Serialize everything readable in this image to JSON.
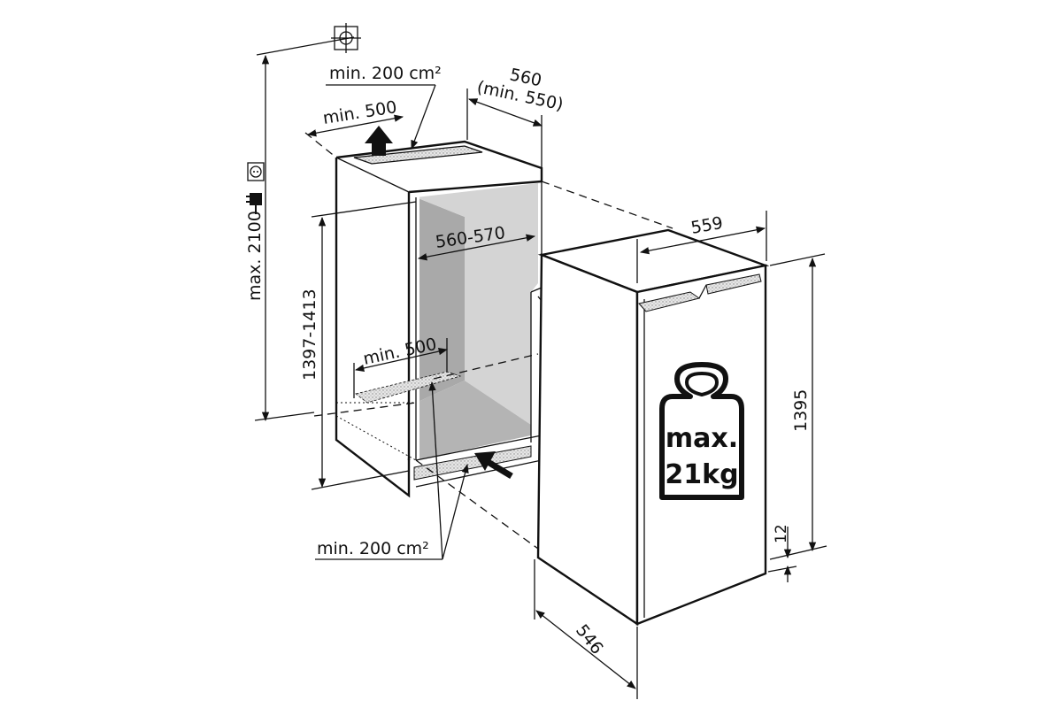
{
  "labels": {
    "top_vent_area": "min. 200 cm²",
    "top_depth": "min. 500",
    "niche_width_main": "560",
    "niche_width_min": "(min. 550)",
    "inner_width": "560-570",
    "max_height": "max. 2100",
    "niche_height": "1397-1413",
    "bottom_depth": "min. 500",
    "bottom_vent_area": "min. 200 cm²",
    "appliance_width": "559",
    "appliance_height": "1395",
    "gap": "12",
    "appliance_depth": "546",
    "weight_line1": "max.",
    "weight_line2": "21kg"
  },
  "icons": [
    "center-cross-icon",
    "socket-icon",
    "plug-icon",
    "vent-arrow-up-icon",
    "vent-arrow-in-icon",
    "weight-icon"
  ],
  "colors": {
    "niche_left_wall": "#a9a9a9",
    "niche_back_wall": "#d4d4d4",
    "niche_floor": "#b4b4b4",
    "vent_grille": "#e0e0e0"
  }
}
